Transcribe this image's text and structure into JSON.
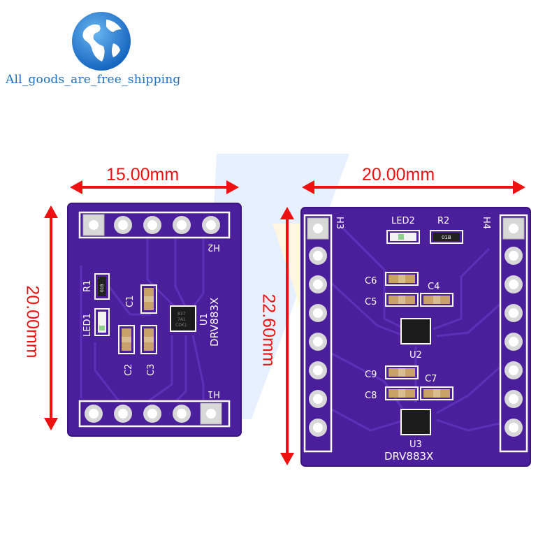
{
  "shop": {
    "tagline": "All_goods_are_free_shipping"
  },
  "colors": {
    "board": "#4b1f9c",
    "board_edge": "#3a1480",
    "silk": "#ffffff",
    "dimension": "#ee1111",
    "tagline": "#1e6fc0"
  },
  "left_board": {
    "width_label": "15.00mm",
    "height_label": "20.00mm",
    "chip_label": "DRV883X",
    "chip_marking": [
      "837",
      "7A1",
      "CDK1"
    ],
    "labels": {
      "h2": "H2",
      "h1": "H1",
      "r1": "R1",
      "led1": "LED1",
      "c1": "C1",
      "c2": "C2",
      "c3": "C3",
      "u1": "U1",
      "res_code": "01B"
    }
  },
  "right_board": {
    "width_label": "20.00mm",
    "height_label": "22.60mm",
    "chip_label": "DRV883X",
    "labels": {
      "h3": "H3",
      "h4": "H4",
      "led2": "LED2",
      "r2": "R2",
      "c4": "C4",
      "c5": "C5",
      "c6": "C6",
      "c7": "C7",
      "c8": "C8",
      "c9": "C9",
      "u2": "U2",
      "u3": "U3",
      "res_code": "01B"
    }
  }
}
